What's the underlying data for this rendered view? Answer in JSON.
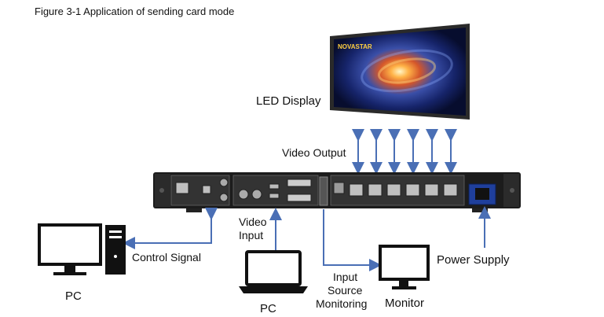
{
  "figure": {
    "caption": "Figure 3-1 Application of sending card mode"
  },
  "labels": {
    "led_display": "LED Display",
    "video_output": "Video Output",
    "video_input_line1": "Video",
    "video_input_line2": "Input",
    "control_signal": "Control Signal",
    "power_supply": "Power Supply",
    "pc_left": "PC",
    "pc_bottom": "PC",
    "monitor": "Monitor",
    "input_source_line1": "Input",
    "input_source_line2": "Source",
    "input_source_line3": "Monitoring"
  },
  "display_logo": "NOVASTAR",
  "colors": {
    "arrow": "#4a6fb5",
    "device_body": "#1c1c1c",
    "panel": "#3a3a3a",
    "screen_space": "#0b1440"
  },
  "output_port_count": 6
}
